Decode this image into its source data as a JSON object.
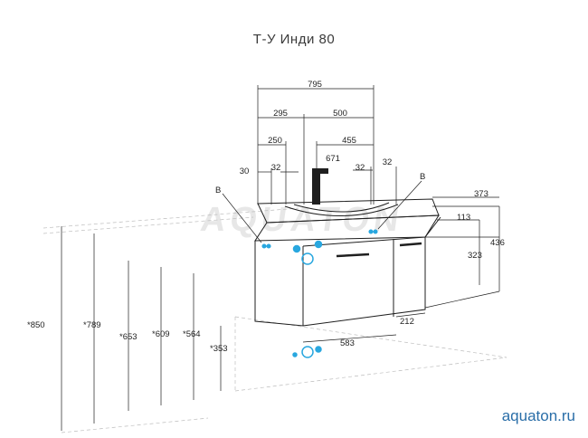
{
  "title": "Т-У Инди 80",
  "website": "aquaton.ru",
  "watermark": "AQUATON",
  "accent_color": "#29a7df",
  "line_color": "#1f1f1f",
  "dimensions": {
    "total_width": "795",
    "left_part": "295",
    "right_part": "500",
    "top_250": "250",
    "top_455": "455",
    "offset_30": "30",
    "offset_32_left": "32",
    "offset_671": "671",
    "offset_32_right_a": "32",
    "offset_32_right_b": "32",
    "depth": "373",
    "sink_height": "113",
    "cabinet_height": "323",
    "total_height": "436",
    "h850": "*850",
    "h789": "*789",
    "h653": "*653",
    "h609": "*609",
    "h564": "*564",
    "h353": "*353",
    "bottom_583": "583",
    "bottom_212": "212"
  },
  "labels": {
    "mount_left": "B",
    "mount_right": "B"
  }
}
